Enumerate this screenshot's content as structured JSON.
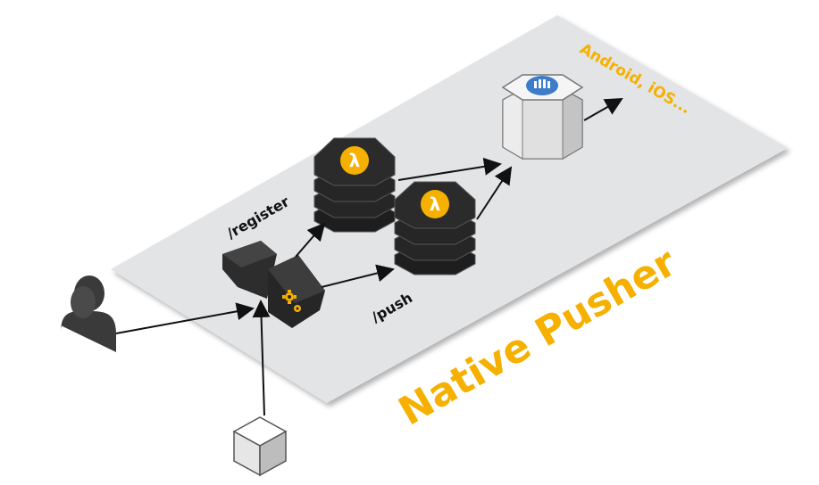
{
  "diagram": {
    "title": "Native Pusher",
    "platform_label": "Android, iOS...",
    "register_label": "/register",
    "push_label": "/push",
    "lambda_symbol": "λ"
  },
  "colors": {
    "accent": "#F6B000",
    "platform_bg": "#E3E4E6",
    "dark_node": "#2B2B2B",
    "arrow": "#111111"
  },
  "icons": {
    "user": "user-icon",
    "client": "cube-icon",
    "gateway": "api-gateway-icon",
    "gateway_cog": "gear-icon",
    "lambda": "lambda-icon",
    "notification_service": "sns-icon"
  }
}
